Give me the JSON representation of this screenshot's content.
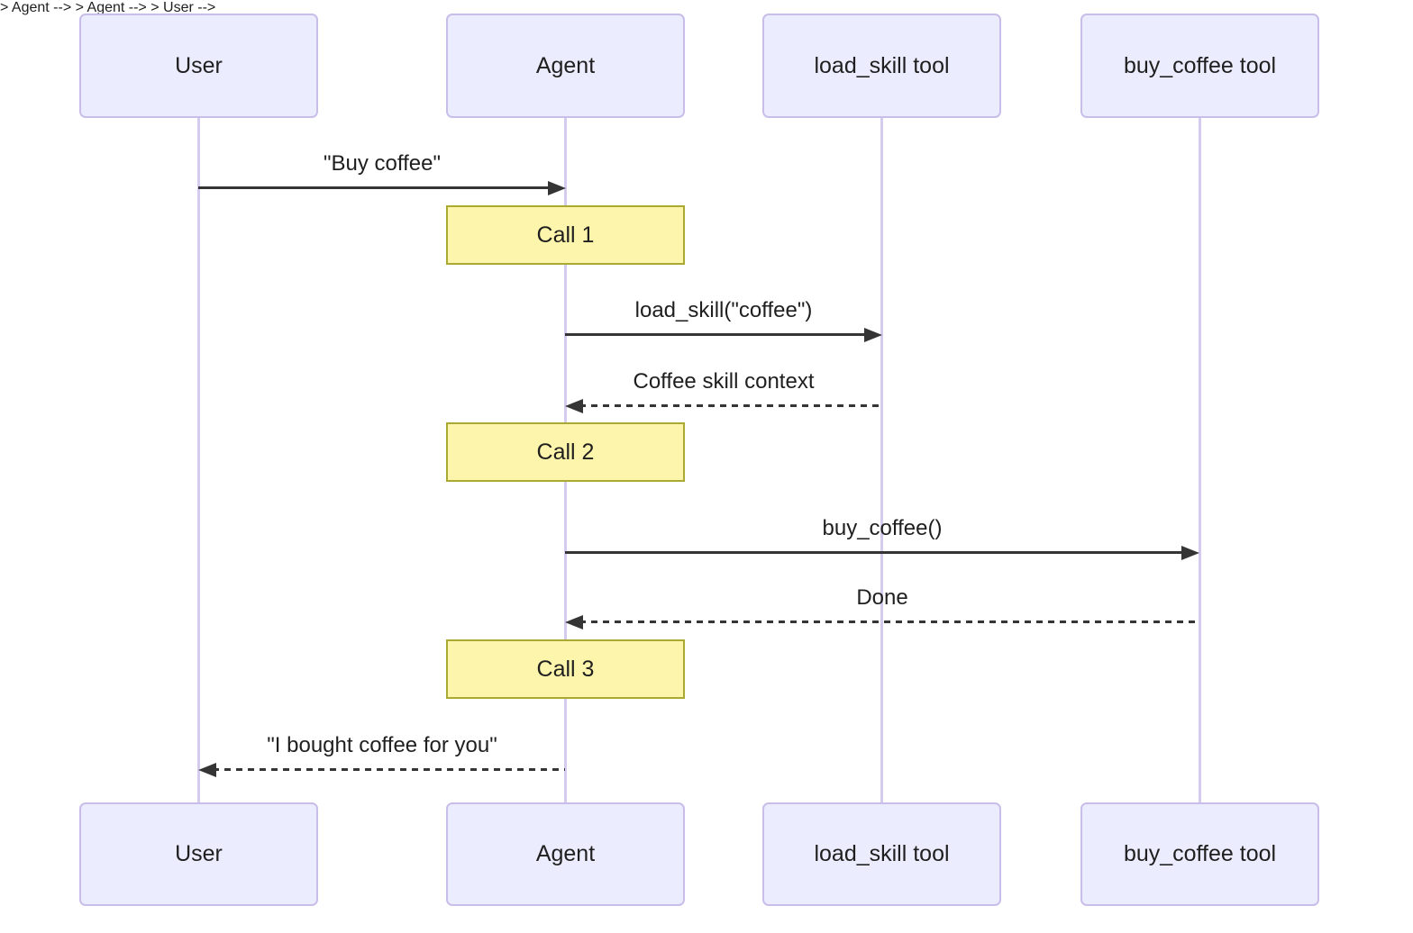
{
  "diagram": {
    "type": "sequence",
    "colors": {
      "actor_fill": "#ECECFF",
      "actor_border": "#C9BEE9",
      "lifeline": "#D5CBEF",
      "note_fill": "#FDF5AB",
      "note_border": "#AAAA33",
      "arrow": "#353535",
      "text": "#1F1F1F",
      "background": "#FFFFFF"
    },
    "participants": [
      {
        "id": "user",
        "label": "User"
      },
      {
        "id": "agent",
        "label": "Agent"
      },
      {
        "id": "load-skill-tool",
        "label": "load_skill tool"
      },
      {
        "id": "buy-coffee-tool",
        "label": "buy_coffee tool"
      }
    ],
    "messages": [
      {
        "from": "User",
        "to": "Agent",
        "label": "\"Buy coffee\"",
        "line": "solid",
        "arrow": "filled-right"
      },
      {
        "from": "Agent",
        "to": "load_skill tool",
        "label": "load_skill(\"coffee\")",
        "line": "solid",
        "arrow": "filled-right"
      },
      {
        "from": "load_skill tool",
        "to": "Agent",
        "label": "Coffee skill context",
        "line": "dashed",
        "arrow": "filled-left"
      },
      {
        "from": "Agent",
        "to": "buy_coffee tool",
        "label": "buy_coffee()",
        "line": "solid",
        "arrow": "filled-right"
      },
      {
        "from": "buy_coffee tool",
        "to": "Agent",
        "label": "Done",
        "line": "dashed",
        "arrow": "filled-left"
      },
      {
        "from": "Agent",
        "to": "User",
        "label": "\"I bought coffee for you\"",
        "line": "dashed",
        "arrow": "filled-left"
      }
    ],
    "notes": [
      {
        "over": "Agent",
        "label": "Call 1"
      },
      {
        "over": "Agent",
        "label": "Call 2"
      },
      {
        "over": "Agent",
        "label": "Call 3"
      }
    ]
  }
}
